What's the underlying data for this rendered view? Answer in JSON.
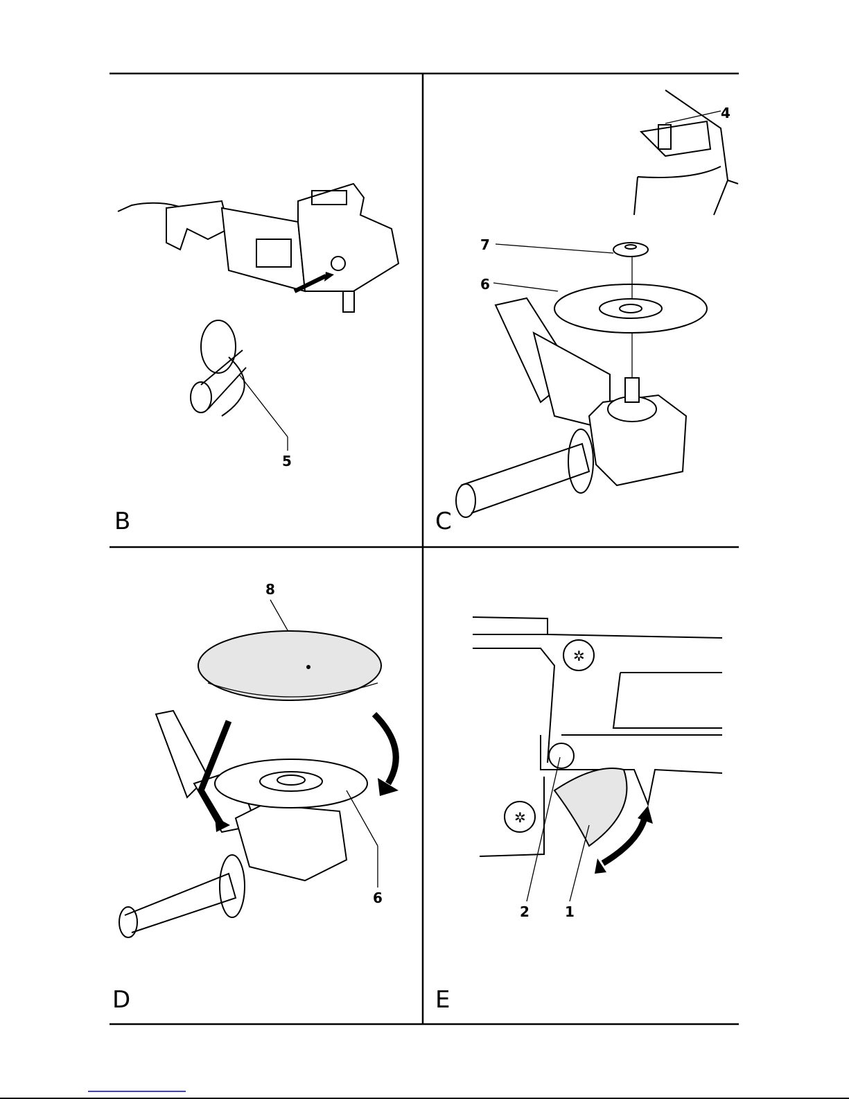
{
  "panels": [
    {
      "letter": "B",
      "callouts": [
        "5"
      ]
    },
    {
      "letter": "C",
      "callouts": [
        "4",
        "7",
        "6"
      ]
    },
    {
      "letter": "D",
      "callouts": [
        "8",
        "6"
      ]
    },
    {
      "letter": "E",
      "callouts": [
        "2",
        "1"
      ]
    }
  ],
  "colors": {
    "ink": "#000000",
    "link_line": "#0000cc"
  }
}
